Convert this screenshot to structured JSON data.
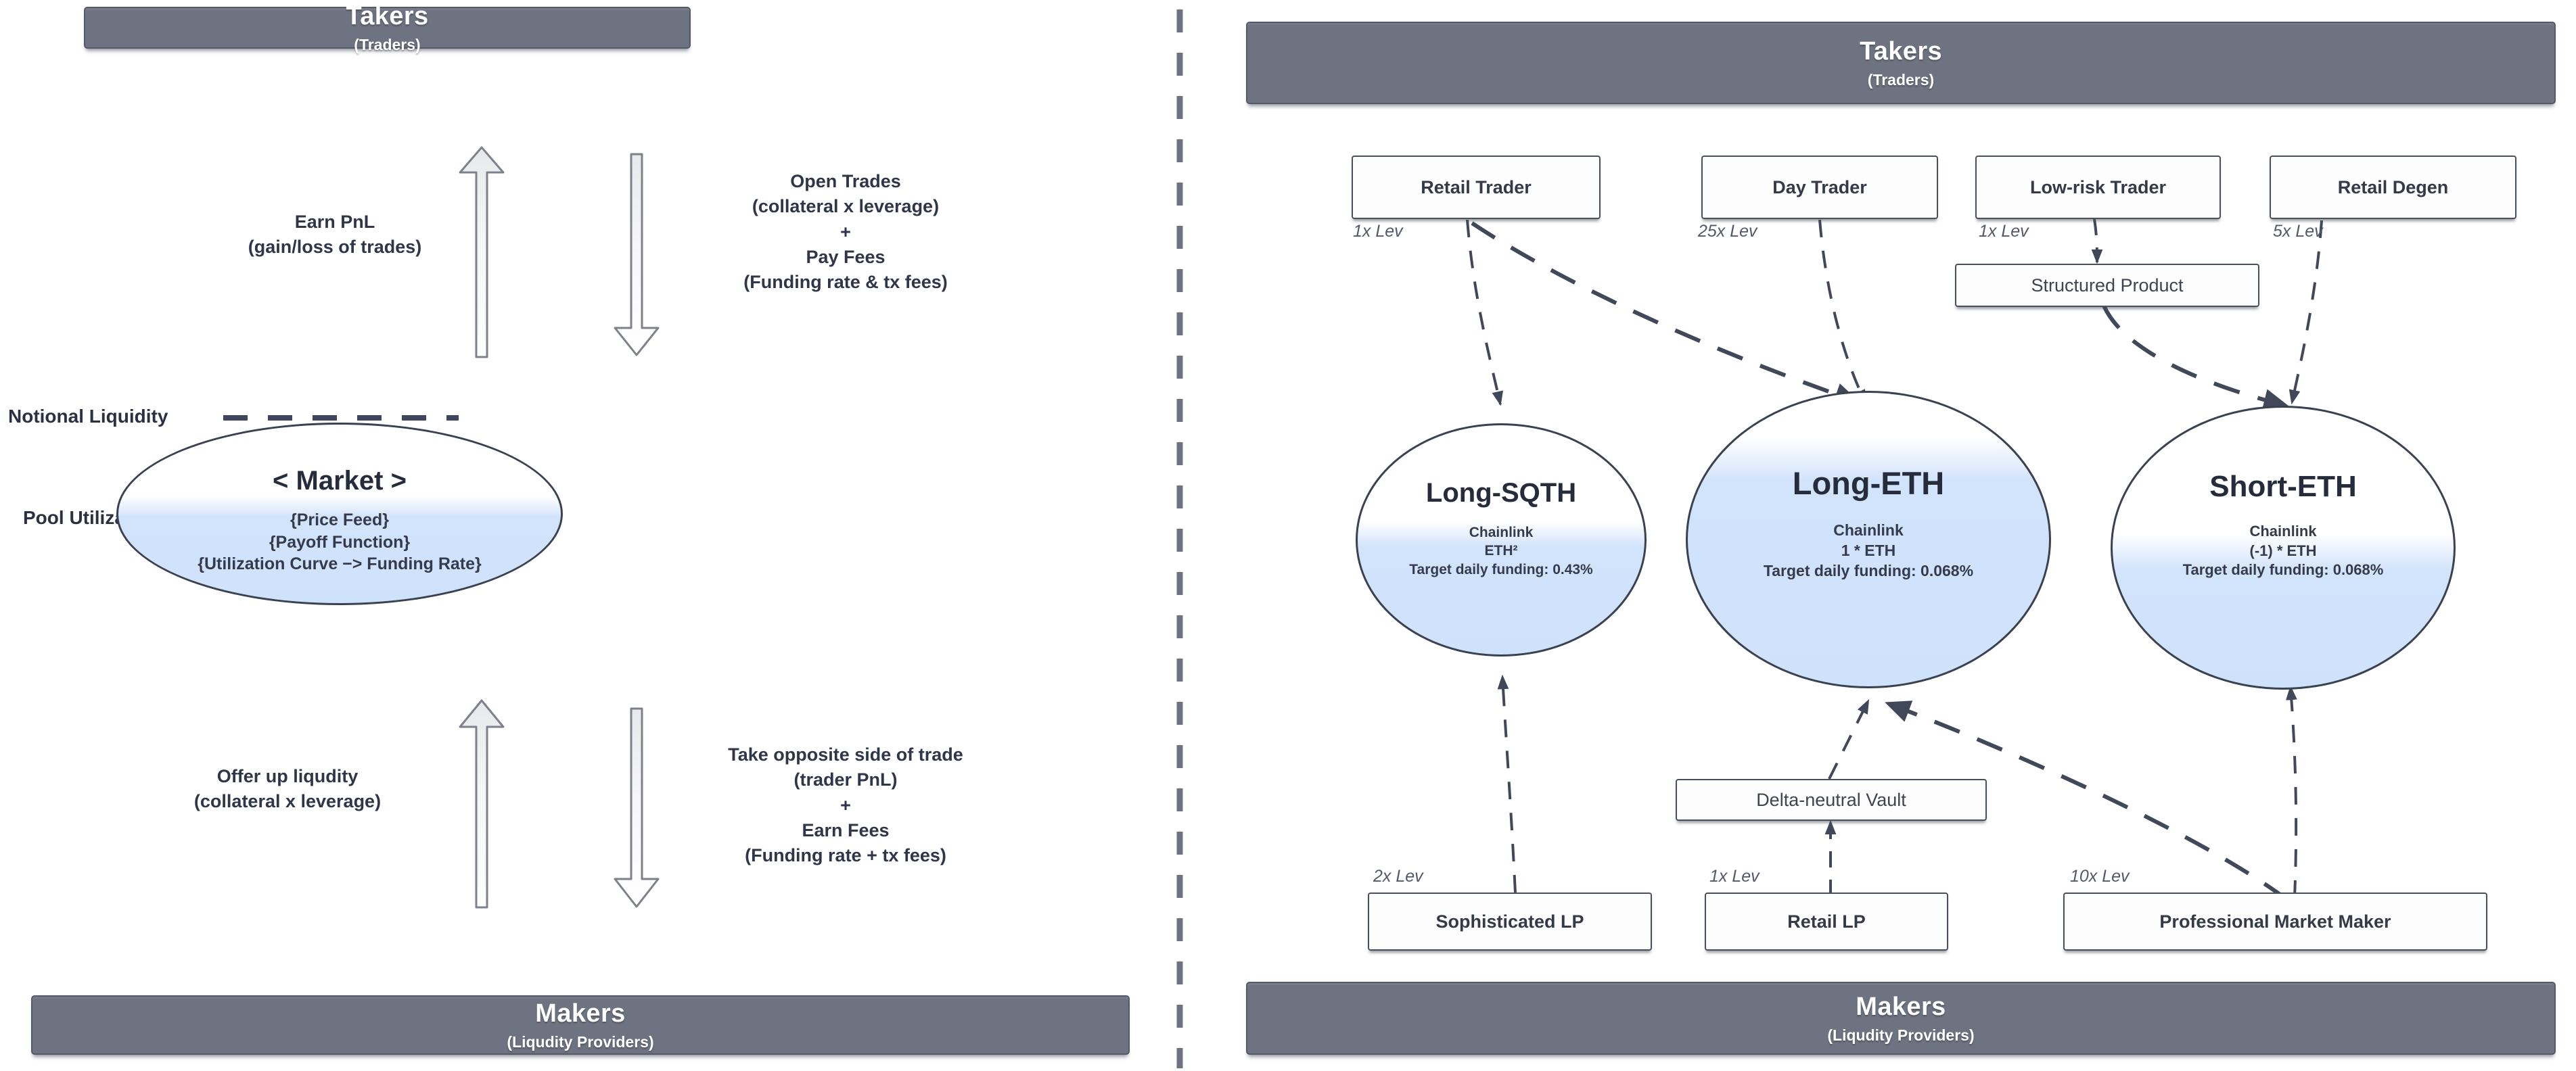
{
  "left_panel": {
    "top_band": {
      "title": "Takers",
      "subtitle": "(Traders)"
    },
    "bottom_band": {
      "title": "Makers",
      "subtitle": "(Liqudity Providers)"
    },
    "market": {
      "title": "< Market >",
      "line1": "{Price Feed}",
      "line2": "{Payoff Function}",
      "line3": "{Utilization Curve −> Funding Rate}"
    },
    "axis_labels": {
      "notional_liquidity": "Notional Liquidity",
      "pool_utilization": "Pool Utilization"
    },
    "flows": {
      "taker_up": "Earn PnL\n(gain/loss of trades)",
      "taker_down": "Open Trades\n(collateral x leverage)\n+\nPay Fees\n(Funding rate & tx fees)",
      "maker_up": "Offer up liqudity\n(collateral  x leverage)",
      "maker_down": "Take opposite side of trade\n(trader PnL)\n+\nEarn Fees\n(Funding rate + tx fees)"
    }
  },
  "right_panel": {
    "top_band": {
      "title": "Takers",
      "subtitle": "(Traders)"
    },
    "bottom_band": {
      "title": "Makers",
      "subtitle": "(Liqudity Providers)"
    },
    "takers": [
      {
        "label": "Retail Trader",
        "leverage": "1x Lev"
      },
      {
        "label": "Day Trader",
        "leverage": "25x Lev"
      },
      {
        "label": "Low-risk Trader",
        "leverage": "1x Lev"
      },
      {
        "label": "Retail Degen",
        "leverage": "5x Lev"
      }
    ],
    "intermediaries": [
      {
        "label": "Structured Product"
      },
      {
        "label": "Delta-neutral Vault"
      }
    ],
    "makers": [
      {
        "label": "Sophisticated LP",
        "leverage": "2x Lev"
      },
      {
        "label": "Retail LP",
        "leverage": "1x Lev"
      },
      {
        "label": "Professional Market Maker",
        "leverage": "10x Lev"
      }
    ],
    "markets": [
      {
        "title": "Long-SQTH",
        "oracle": "Chainlink",
        "payoff": "ETH²",
        "funding": "Target daily funding: 0.43%"
      },
      {
        "title": "Long-ETH",
        "oracle": "Chainlink",
        "payoff": "1 * ETH",
        "funding": "Target daily funding: 0.068%"
      },
      {
        "title": "Short-ETH",
        "oracle": "Chainlink",
        "payoff": "(-1) * ETH",
        "funding": "Target daily funding: 0.068%"
      }
    ]
  },
  "colors": {
    "band_fill": "#6e7381",
    "band_border": "#555a68",
    "pool_blue": "#cfe2fc",
    "outline": "#3a4150",
    "dashed_connector": "#41485a",
    "text": "#30364a"
  }
}
